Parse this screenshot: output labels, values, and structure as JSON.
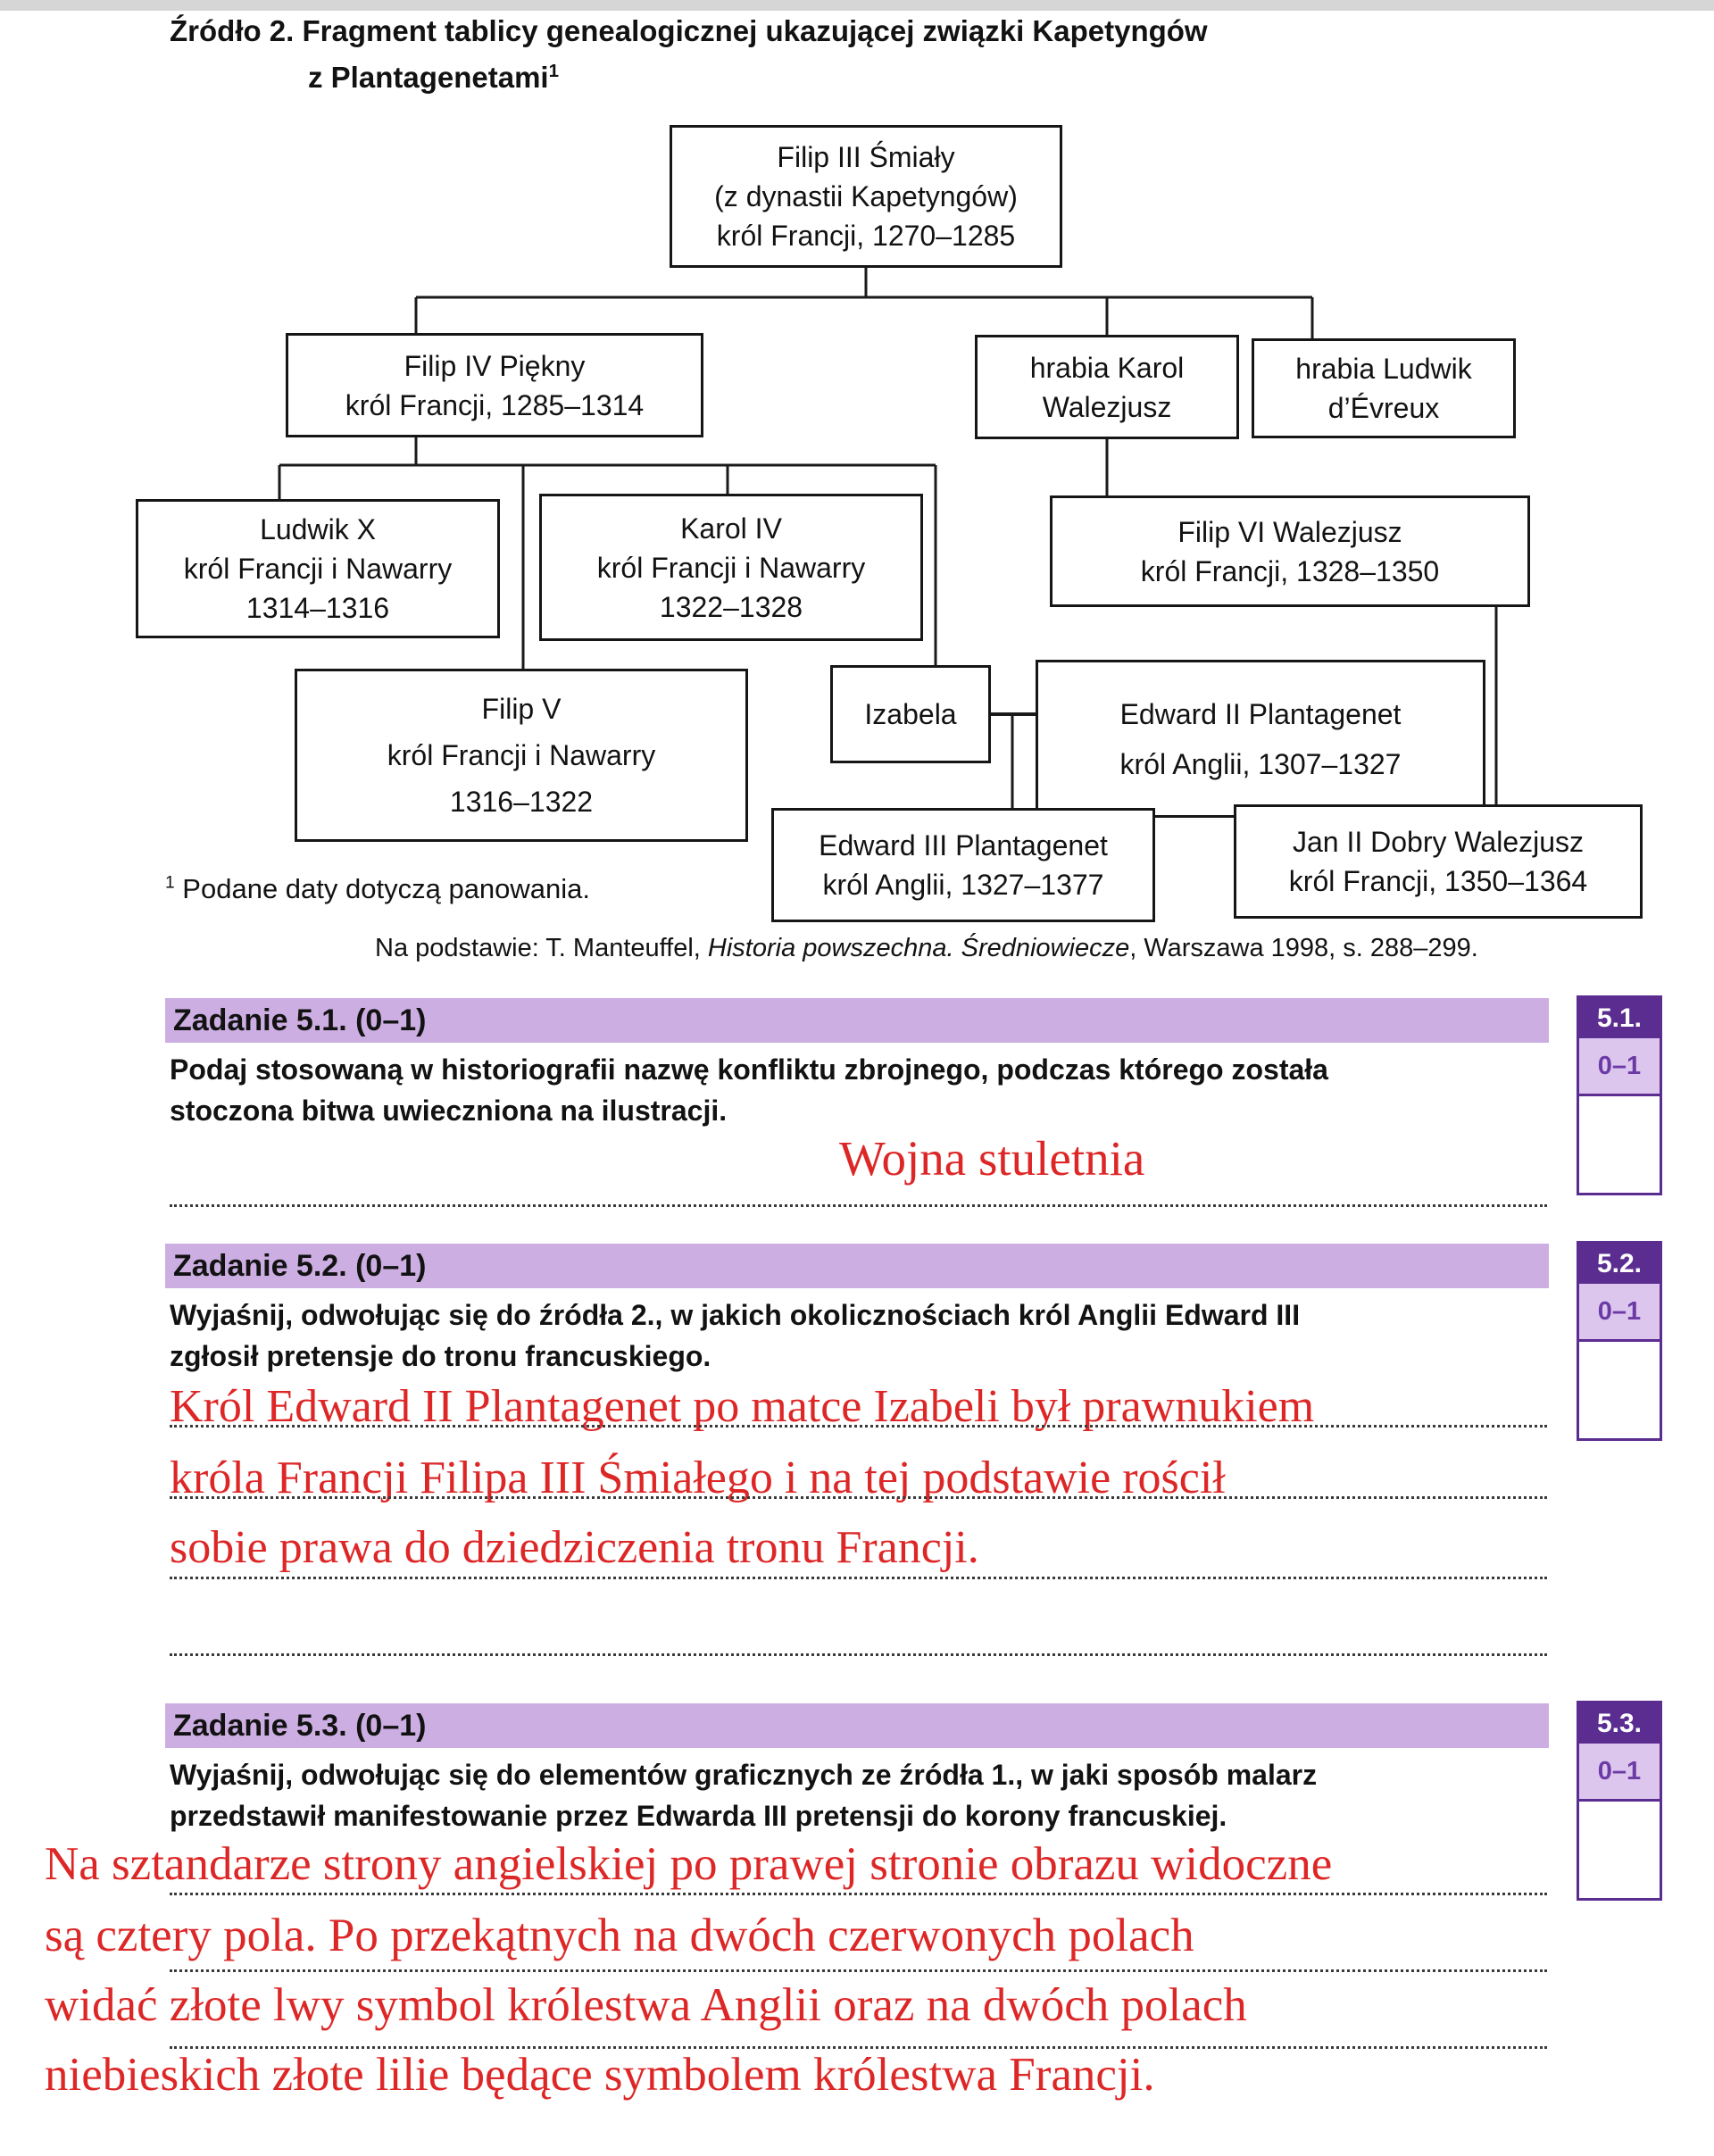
{
  "page": {
    "title_line1": "Źródło 2. Fragment tablicy genealogicznej ukazującej związki Kapetyngów",
    "title_line2": "z Plantagenetami",
    "title_footnote_mark": "1"
  },
  "tree": {
    "nodes": {
      "filip3": {
        "lines": [
          "Filip III Śmiały",
          "(z dynastii Kapetyngów)",
          "król Francji, 1270–1285"
        ]
      },
      "filip4": {
        "lines": [
          "Filip IV Piękny",
          "król Francji, 1285–1314"
        ]
      },
      "karol_w": {
        "lines": [
          "hrabia Karol",
          "Walezjusz"
        ]
      },
      "ludwik_e": {
        "lines": [
          "hrabia Ludwik",
          "d’Évreux"
        ]
      },
      "ludwik10": {
        "lines": [
          "Ludwik X",
          "król Francji i Nawarry",
          "1314–1316"
        ]
      },
      "karol4": {
        "lines": [
          "Karol IV",
          "król Francji i Nawarry",
          "1322–1328"
        ]
      },
      "filip6": {
        "lines": [
          "Filip VI Walezjusz",
          "król Francji, 1328–1350"
        ]
      },
      "filip5": {
        "lines": [
          "Filip V",
          "król Francji i Nawarry",
          "1316–1322"
        ]
      },
      "izabela": {
        "lines": [
          "Izabela"
        ]
      },
      "edward2": {
        "lines": [
          "Edward II Plantagenet",
          "król Anglii, 1307–1327"
        ]
      },
      "edward3": {
        "lines": [
          "Edward III Plantagenet",
          "król Anglii, 1327–1377"
        ]
      },
      "jan2": {
        "lines": [
          "Jan II Dobry Walezjusz",
          "król Francji, 1350–1364"
        ]
      }
    },
    "footnote_mark": "1",
    "footnote_text": " Podane daty dotyczą panowania.",
    "source_prefix": "Na podstawie: T. Manteuffel, ",
    "source_italic": "Historia powszechna. Średniowiecze",
    "source_suffix": ", Warszawa 1998, s. 288–299."
  },
  "tasks": [
    {
      "header": "Zadanie 5.1. (0–1)",
      "question_lines": [
        "Podaj stosowaną w historiografii nazwę konfliktu zbrojnego, podczas którego została",
        "stoczona bitwa uwieczniona na ilustracji."
      ],
      "answer_lines": [
        "Wojna stuletnia"
      ],
      "score_label": "5.1.",
      "score_points": "0–1"
    },
    {
      "header": "Zadanie 5.2. (0–1)",
      "question_lines": [
        "Wyjaśnij, odwołując się do źródła 2., w jakich okolicznościach król Anglii Edward III",
        "zgłosił pretensje do tronu francuskiego."
      ],
      "answer_lines": [
        "Król Edward II Plantagenet po matce Izabeli był prawnukiem",
        "króla Francji Filipa III Śmiałego i na tej podstawie rościł",
        "sobie prawa do dziedziczenia tronu Francji."
      ],
      "score_label": "5.2.",
      "score_points": "0–1"
    },
    {
      "header": "Zadanie 5.3. (0–1)",
      "question_lines": [
        "Wyjaśnij, odwołując się do elementów graficznych ze źródła 1., w jaki sposób malarz",
        "przedstawił manifestowanie przez Edwarda III pretensji do korony francuskiej."
      ],
      "answer_lines": [
        "Na sztandarze strony angielskiej po prawej stronie obrazu widoczne",
        "są cztery pola. Po przekątnych na dwóch czerwonych polach",
        "widać złote lwy symbol królestwa Anglii oraz na dwóch polach",
        "niebieskich złote lilie będące symbolem królestwa Francji."
      ],
      "score_label": "5.3.",
      "score_points": "0–1"
    }
  ],
  "colors": {
    "accent_purple_dark": "#5c2d91",
    "accent_purple_light": "#ccaee2",
    "score_points_bg": "#dcc6ee",
    "answer_red": "#dd2727"
  }
}
